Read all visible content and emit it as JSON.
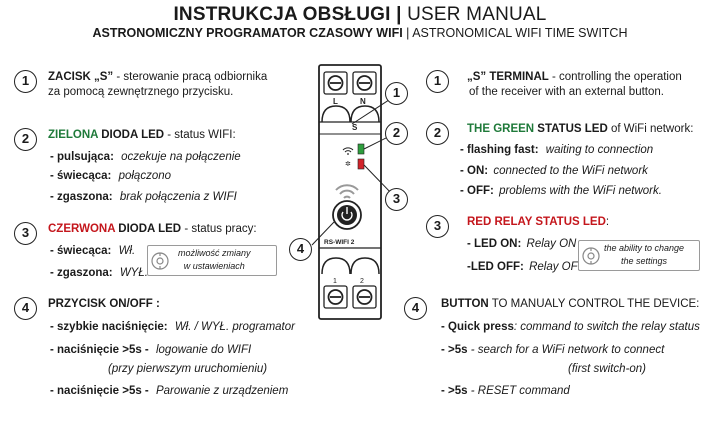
{
  "header": {
    "title_pl": "INSTRUKCJA OBSŁUGI",
    "title_sep": " | ",
    "title_en": "USER MANUAL",
    "subtitle_pl": "ASTRONOMICZNY PROGRAMATOR CZASOWY WIFI",
    "subtitle_sep": " | ",
    "subtitle_en": "ASTRONOMICAL WIFI TIME SWITCH"
  },
  "left": {
    "s1": {
      "num": "1",
      "title": "ZACISK „S”",
      "desc1": " - sterowanie pracą odbiornika",
      "desc2": "za pomocą zewnętrznego przycisku."
    },
    "s2": {
      "num": "2",
      "color_word": "ZIELONA",
      "title_rest": " DIODA LED",
      "desc": " - status WIFI:",
      "items": [
        {
          "label": "- pulsująca:",
          "value": "oczekuje na połączenie"
        },
        {
          "label": "- świecąca:",
          "value": "połączono"
        },
        {
          "label": "- zgaszona:",
          "value": "brak połączenia z WIFI"
        }
      ]
    },
    "s3": {
      "num": "3",
      "color_word": "CZERWONA",
      "title_rest": " DIODA LED",
      "desc": " - status pracy:",
      "items": [
        {
          "label": "- świecąca:",
          "value": "Wł."
        },
        {
          "label": "- zgaszona:",
          "value": "WYŁ."
        }
      ],
      "note1": "możliwość zmiany",
      "note2": "w ustawieniach"
    },
    "s4": {
      "num": "4",
      "title": "PRZYCISK ON/OFF :",
      "items": [
        {
          "label": "- szybkie naciśnięcie:",
          "value": "Wł. / WYŁ. programator"
        },
        {
          "label": "- naciśnięcie >5s -",
          "value": "logowanie do WIFI"
        },
        {
          "label": "- naciśnięcie >5s -",
          "value": "Parowanie z urządzeniem"
        }
      ],
      "extra": "(przy pierwszym uruchomieniu)"
    }
  },
  "right": {
    "s1": {
      "num": "1",
      "title": "„S” TERMINAL",
      "desc1": " - controlling the operation",
      "desc2": "of  the  receiver with an external button."
    },
    "s2": {
      "num": "2",
      "color_word": "THE GREEN",
      "title_rest": "  STATUS LED",
      "desc": " of WiFi network:",
      "items": [
        {
          "label": "- flashing fast:",
          "value": "waiting to connection"
        },
        {
          "label": "- ON:",
          "value": "connected to the WiFi network"
        },
        {
          "label": "- OFF:",
          "value": "problems with the WiFi network."
        }
      ]
    },
    "s3": {
      "num": "3",
      "color_word": "RED RELAY STATUS LED",
      "desc": ":",
      "items": [
        {
          "label": "- LED ON:",
          "value": "Relay ON"
        },
        {
          "label": "-LED OFF:",
          "value": "Relay OFF"
        }
      ],
      "note1": "the ability to change",
      "note2": "the settings"
    },
    "s4": {
      "num": "4",
      "title_bold": "BUTTON",
      "title_rest": " TO MANUALY CONTROL THE DEVICE:",
      "items": [
        {
          "label": "- Quick press",
          "value": ": command to switch the relay status"
        },
        {
          "label": "- >5s",
          "value": " - search for a WiFi network to connect"
        },
        {
          "label": "- >5s",
          "value": " - RESET command"
        }
      ],
      "extra": "(first switch-on)"
    }
  },
  "device": {
    "terminal_top_l": "L",
    "terminal_top_n": "N",
    "terminal_s": "S",
    "model": "RS-WIFI 2",
    "terminal_bot_1": "1",
    "terminal_bot_2": "2",
    "callout_1": "1",
    "callout_2": "2",
    "callout_3": "3",
    "callout_4": "4",
    "led_green_color": "#2e9e3e",
    "led_red_color": "#d2232a"
  }
}
